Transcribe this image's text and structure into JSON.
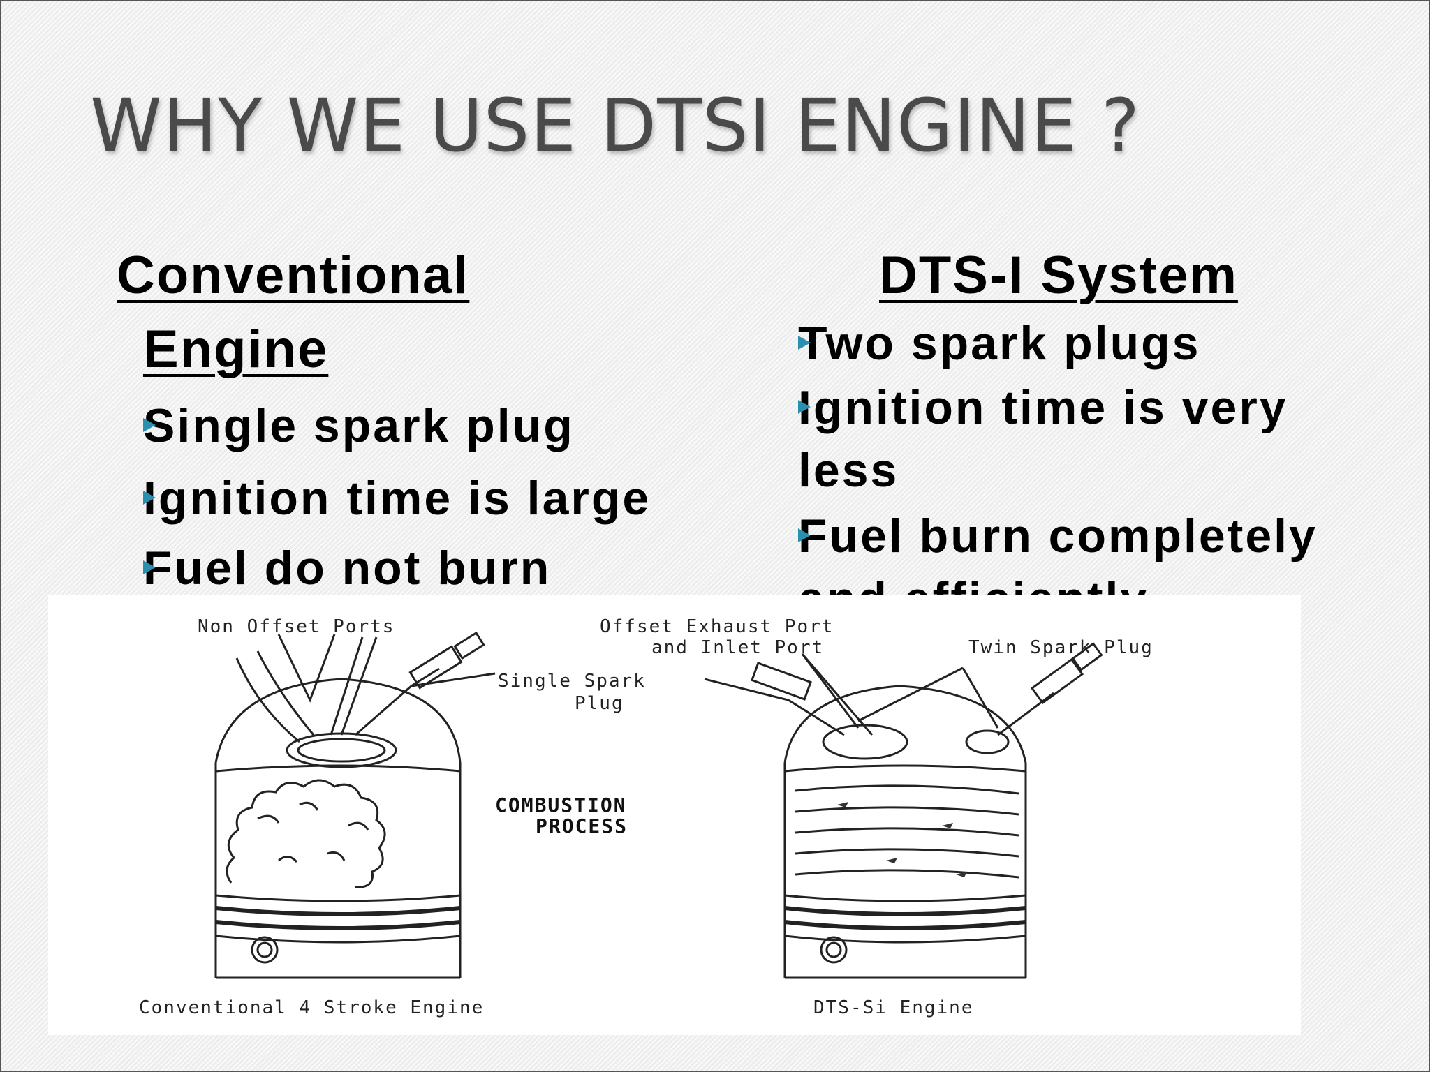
{
  "slide": {
    "title": "WHY WE USE DTSI ENGINE ?",
    "left_column": {
      "heading_line1": "Conventional",
      "heading_line2": "Engine",
      "bullets": [
        "Single spark plug",
        "Ignition time is large",
        "Fuel do not burn"
      ]
    },
    "right_column": {
      "heading": "DTS-I System",
      "bullets": [
        "Two spark plugs",
        "Ignition time is very",
        "less",
        "Fuel burn completely",
        "and efficiently"
      ]
    }
  },
  "diagram": {
    "labels": {
      "non_offset_ports": "Non Offset Ports",
      "single_spark_plug_line1": "Single Spark",
      "single_spark_plug_line2": "Plug",
      "offset_ports_line1": "Offset Exhaust Port",
      "offset_ports_line2": "and Inlet Port",
      "twin_spark_plug": "Twin Spark Plug",
      "combustion_line1": "COMBUSTION",
      "combustion_line2": "PROCESS",
      "conventional_caption": "Conventional 4 Stroke Engine",
      "dtssi_caption": "DTS-Si Engine"
    }
  },
  "colors": {
    "bullet_arrow": "#2b8fb0",
    "title": "#4a4a4a"
  }
}
